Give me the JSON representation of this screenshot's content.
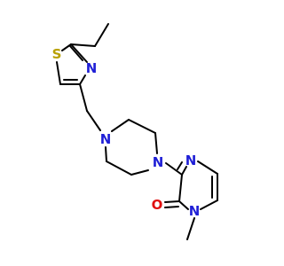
{
  "molecule": {
    "atoms": {
      "sulfur": "S",
      "thiazole_nitrogen": "N",
      "piperazine_n1": "N",
      "piperazine_n4": "N",
      "pyrazine_nitrogen": "N",
      "pyrazinone_nitrogen": "N",
      "carbonyl_oxygen": "O"
    },
    "colors": {
      "bond": "#000000",
      "S": "#b8a000",
      "N": "#1f1fd6",
      "O": "#e01010"
    }
  }
}
